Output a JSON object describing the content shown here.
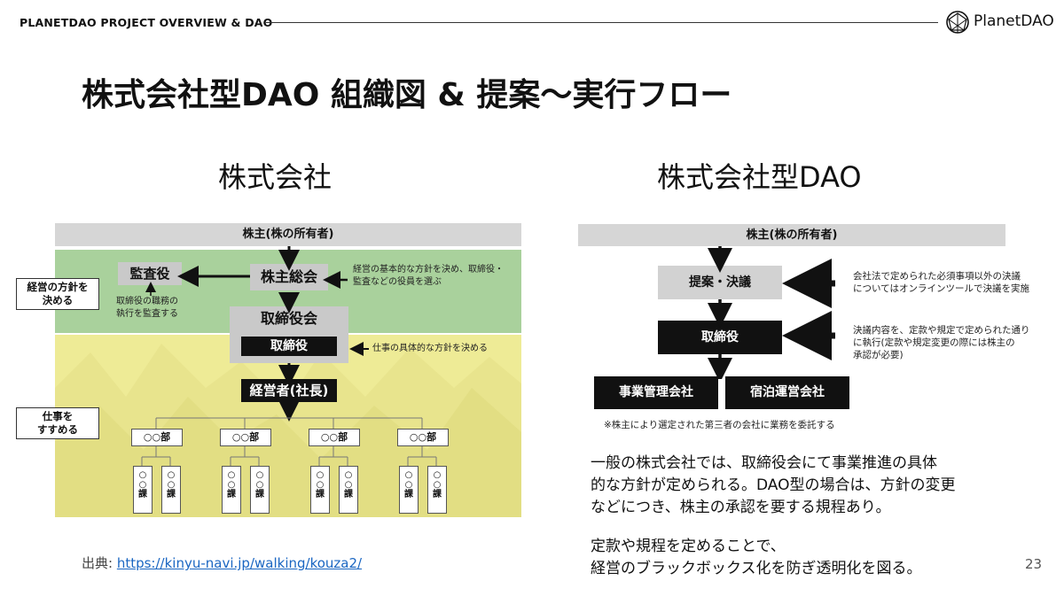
{
  "header": {
    "label": "PLANETDAO PROJECT OVERVIEW & DAO",
    "logo_text": "PlanetDAO"
  },
  "title": "株式会社型DAO 組織図 & 提案〜実行フロー",
  "left": {
    "subtitle": "株式会社",
    "top_band": "株主(株の所有者)",
    "side_labels": {
      "policy": "経営の方針を\n決める",
      "work": "仕事を\nすすめる"
    },
    "auditor": "監査役",
    "auditor_note": "取締役の職務の\n執行を監査する",
    "shareholders_meeting": "株主総会",
    "shareholders_note": "経営の基本的な方針を決め、取締役・\n監査などの役員を選ぶ",
    "board": "取締役会",
    "director": "取締役",
    "director_note": "仕事の具体的な方針を決める",
    "manager": "経営者(社長)",
    "departments": [
      "○○部",
      "○○部",
      "○○部",
      "○○部"
    ],
    "section_label": "○\n○\n課"
  },
  "right": {
    "subtitle": "株式会社型DAO",
    "top_band": "株主(株の所有者)",
    "proposal": "提案・決議",
    "proposal_note": "会社法で定められた必須事項以外の決議\nについてはオンラインツールで決議を実施",
    "director": "取締役",
    "director_note": "決議内容を、定款や規定で定められた通り\nに執行(定款や規定変更の際には株主の\n承認が必要)",
    "companies": [
      "事業管理会社",
      "宿泊運営会社"
    ],
    "footnote": "※株主により選定された第三者の会社に業務を委託する"
  },
  "body_text": [
    " 一般の株式会社では、取締役会にて事業推進の具体",
    "的な方針が定められる。DAO型の場合は、方針の変更",
    "などにつき、株主の承認を要する規程あり。",
    "",
    "定款や規程を定めることで、",
    "経営のブラックボックス化を防ぎ透明化を図る。"
  ],
  "source": {
    "prefix": "出典: ",
    "url": "https://kinyu-navi.jp/walking/kouza2/"
  },
  "page_number": "23"
}
